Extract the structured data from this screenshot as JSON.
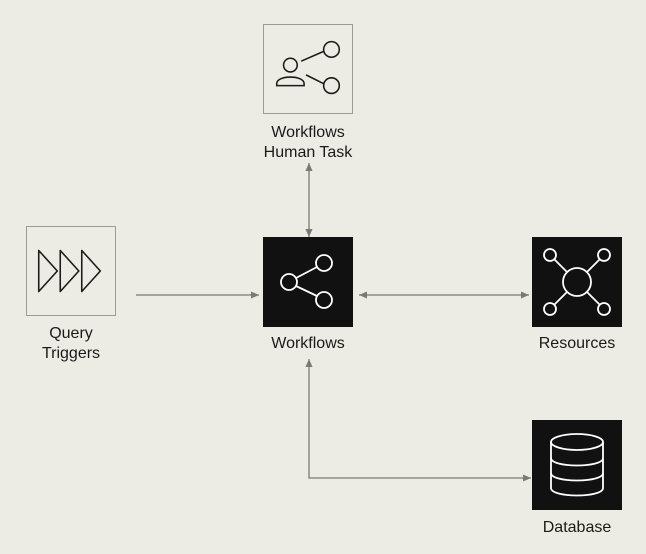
{
  "nodes": {
    "human_task": {
      "label_line1": "Workflows",
      "label_line2": "Human Task",
      "icon": "user-share-icon",
      "style": "outline"
    },
    "query_triggers": {
      "label_line1": "Query",
      "label_line2": "Triggers",
      "icon": "triple-chevron-right-icon",
      "style": "outline"
    },
    "workflows": {
      "label": "Workflows",
      "icon": "share-icon",
      "style": "filled"
    },
    "resources": {
      "label": "Resources",
      "icon": "hub-network-icon",
      "style": "filled"
    },
    "database": {
      "label": "Database",
      "icon": "database-icon",
      "style": "filled"
    }
  },
  "edges": [
    {
      "from": "workflows",
      "to": "human_task",
      "direction": "bidirectional"
    },
    {
      "from": "query_triggers",
      "to": "workflows",
      "direction": "forward"
    },
    {
      "from": "workflows",
      "to": "resources",
      "direction": "bidirectional"
    },
    {
      "from": "workflows",
      "to": "database",
      "direction": "bidirectional"
    }
  ],
  "colors": {
    "background": "#ecebe4",
    "filled_box": "#111111",
    "outline_box": "#9b9b94",
    "connector": "#7a7a74",
    "text": "#1a1a1a"
  }
}
